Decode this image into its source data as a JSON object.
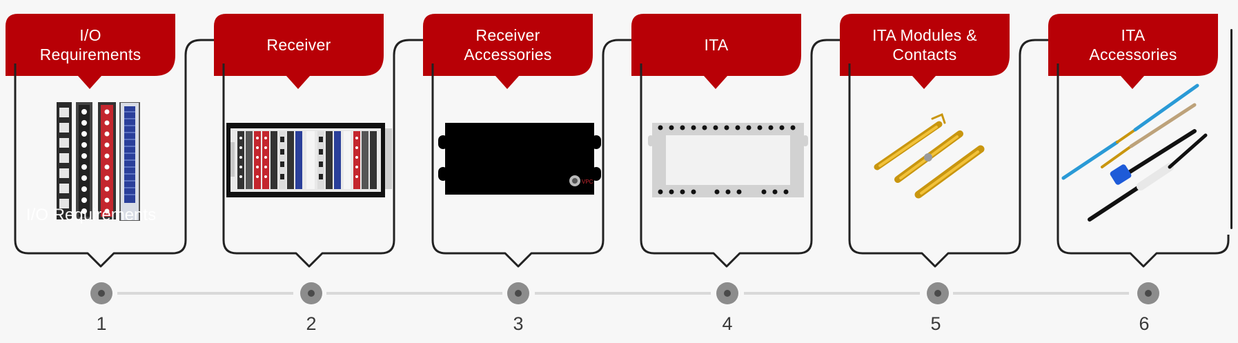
{
  "colors": {
    "tab_red": "#b80006",
    "frame_line": "#222222",
    "marker_outer": "#8c8c8c",
    "marker_inner": "#4a4a4a",
    "timeline": "#d9d9d9",
    "number": "#3a3a3a"
  },
  "overlay_text": "I/O Requirements",
  "steps": [
    {
      "title": "I/O\nRequirements",
      "number": "1",
      "image": "io-modules-illustration"
    },
    {
      "title": "Receiver",
      "number": "2",
      "image": "receiver-illustration"
    },
    {
      "title": "Receiver\nAccessories",
      "number": "3",
      "image": "receiver-cover-illustration"
    },
    {
      "title": "ITA",
      "number": "4",
      "image": "ita-frame-illustration"
    },
    {
      "title": "ITA Modules &\nContacts",
      "number": "5",
      "image": "contacts-illustration"
    },
    {
      "title": "ITA\nAccessories",
      "number": "6",
      "image": "cables-illustration"
    }
  ]
}
